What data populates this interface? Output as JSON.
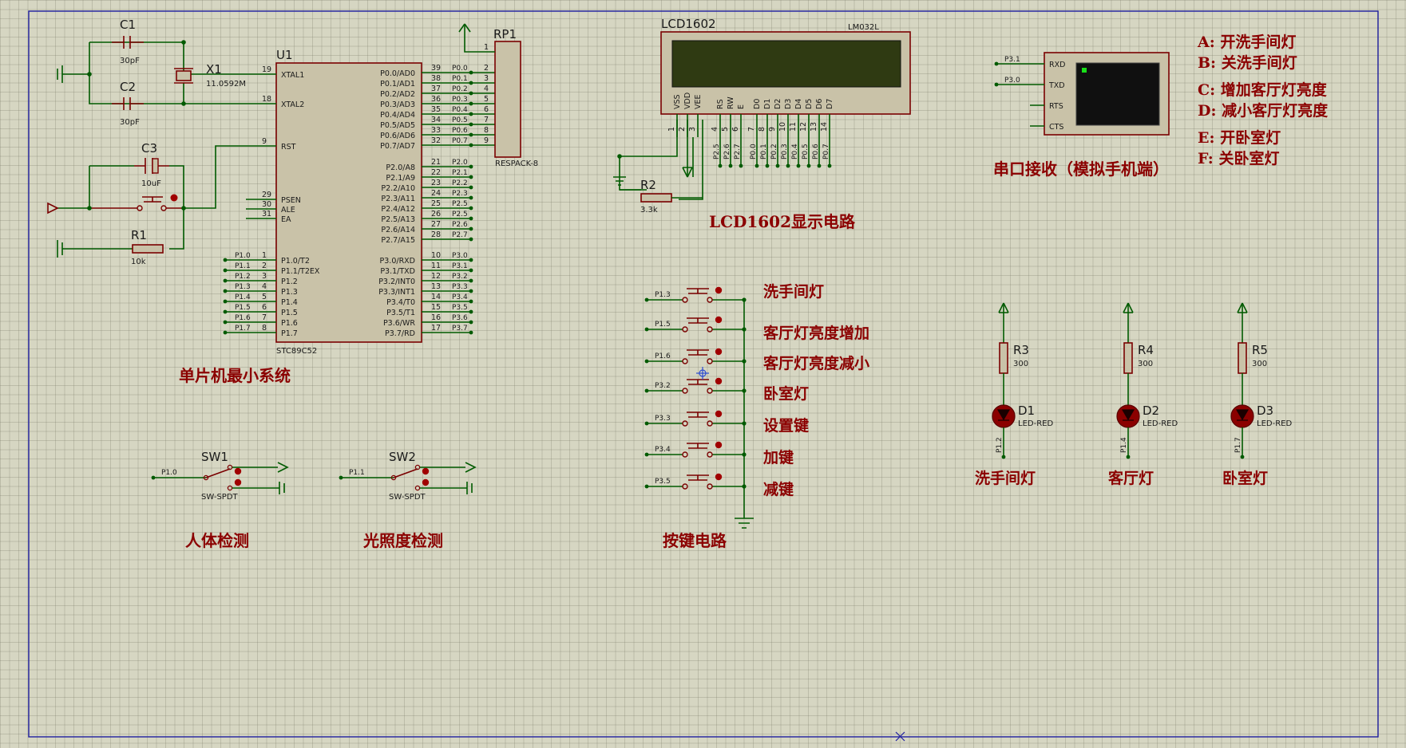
{
  "mcu": {
    "ref": "U1",
    "part": "STC89C52",
    "left_pins": [
      {
        "num": "19",
        "name": "XTAL1"
      },
      {
        "num": "18",
        "name": "XTAL2"
      },
      {
        "num": "9",
        "name": "RST"
      },
      {
        "num": "29",
        "name": "PSEN"
      },
      {
        "num": "30",
        "name": "ALE"
      },
      {
        "num": "31",
        "name": "EA"
      },
      {
        "num": "1",
        "name": "P1.0/T2"
      },
      {
        "num": "2",
        "name": "P1.1/T2EX"
      },
      {
        "num": "3",
        "name": "P1.2"
      },
      {
        "num": "4",
        "name": "P1.3"
      },
      {
        "num": "5",
        "name": "P1.4"
      },
      {
        "num": "6",
        "name": "P1.5"
      },
      {
        "num": "7",
        "name": "P1.6"
      },
      {
        "num": "8",
        "name": "P1.7"
      }
    ],
    "p0": [
      {
        "num": "39",
        "name": "P0.0/AD0"
      },
      {
        "num": "38",
        "name": "P0.1/AD1"
      },
      {
        "num": "37",
        "name": "P0.2/AD2"
      },
      {
        "num": "36",
        "name": "P0.3/AD3"
      },
      {
        "num": "35",
        "name": "P0.4/AD4"
      },
      {
        "num": "34",
        "name": "P0.5/AD5"
      },
      {
        "num": "33",
        "name": "P0.6/AD6"
      },
      {
        "num": "32",
        "name": "P0.7/AD7"
      }
    ],
    "p2": [
      {
        "num": "21",
        "name": "P2.0/A8"
      },
      {
        "num": "22",
        "name": "P2.1/A9"
      },
      {
        "num": "23",
        "name": "P2.2/A10"
      },
      {
        "num": "24",
        "name": "P2.3/A11"
      },
      {
        "num": "25",
        "name": "P2.4/A12"
      },
      {
        "num": "26",
        "name": "P2.5/A13"
      },
      {
        "num": "27",
        "name": "P2.6/A14"
      },
      {
        "num": "28",
        "name": "P2.7/A15"
      }
    ],
    "p3": [
      {
        "num": "10",
        "name": "P3.0/RXD"
      },
      {
        "num": "11",
        "name": "P3.1/TXD"
      },
      {
        "num": "12",
        "name": "P3.2/INT0"
      },
      {
        "num": "13",
        "name": "P3.3/INT1"
      },
      {
        "num": "14",
        "name": "P3.4/T0"
      },
      {
        "num": "15",
        "name": "P3.5/T1"
      },
      {
        "num": "16",
        "name": "P3.6/WR"
      },
      {
        "num": "17",
        "name": "P3.7/RD"
      }
    ]
  },
  "p0_nets": [
    "P0.0",
    "P0.1",
    "P0.2",
    "P0.3",
    "P0.4",
    "P0.5",
    "P0.6",
    "P0.7"
  ],
  "p2_nets": [
    "P2.0",
    "P2.1",
    "P2.2",
    "P2.3",
    "P2.5",
    "P2.5",
    "P2.6",
    "P2.7"
  ],
  "p3_nets": [
    "P3.0",
    "P3.1",
    "P3.2",
    "P3.3",
    "P3.4",
    "P3.5",
    "P3.6",
    "P3.7"
  ],
  "p1_nets": [
    "P1.0",
    "P1.1",
    "P1.2",
    "P1.3",
    "P1.4",
    "P1.5",
    "P1.6",
    "P1.7"
  ],
  "rp1": {
    "ref": "RP1",
    "part": "RESPACK-8",
    "pins": [
      "1",
      "2",
      "3",
      "4",
      "5",
      "6",
      "7",
      "8",
      "9"
    ]
  },
  "c1": {
    "ref": "C1",
    "value": "30pF"
  },
  "c2": {
    "ref": "C2",
    "value": "30pF"
  },
  "x1": {
    "ref": "X1",
    "value": "11.0592M"
  },
  "c3": {
    "ref": "C3",
    "value": "10uF"
  },
  "r1": {
    "ref": "R1",
    "value": "10k"
  },
  "lcd": {
    "ref": "LCD1602",
    "part": "LM032L",
    "pins": [
      {
        "name": "VSS",
        "num": "1"
      },
      {
        "name": "VDD",
        "num": "2"
      },
      {
        "name": "VEE",
        "num": "3"
      },
      {
        "name": "RS",
        "num": "4"
      },
      {
        "name": "RW",
        "num": "5"
      },
      {
        "name": "E",
        "num": "6"
      },
      {
        "name": "D0",
        "num": "7"
      },
      {
        "name": "D1",
        "num": "8"
      },
      {
        "name": "D2",
        "num": "9"
      },
      {
        "name": "D3",
        "num": "10"
      },
      {
        "name": "D4",
        "num": "11"
      },
      {
        "name": "D5",
        "num": "12"
      },
      {
        "name": "D6",
        "num": "13"
      },
      {
        "name": "D7",
        "num": "14"
      }
    ],
    "nets": [
      "P2.5",
      "P2.6",
      "P2.7",
      "P0.0",
      "P0.1",
      "P0.2",
      "P0.3",
      "P0.4",
      "P0.5",
      "P0.6",
      "P0.7"
    ]
  },
  "r2": {
    "ref": "R2",
    "value": "3.3k"
  },
  "terminal": {
    "pins": [
      "RXD",
      "TXD",
      "RTS",
      "CTS"
    ],
    "nets": [
      "P3.1",
      "P3.0"
    ]
  },
  "commands": [
    {
      "key": "A:",
      "text": "开洗手间灯"
    },
    {
      "key": "B:",
      "text": "关洗手间灯"
    },
    {
      "key": "C:",
      "text": "增加客厅灯亮度"
    },
    {
      "key": "D:",
      "text": "减小客厅灯亮度"
    },
    {
      "key": "E:",
      "text": "开卧室灯"
    },
    {
      "key": "F:",
      "text": "关卧室灯"
    }
  ],
  "buttons": [
    {
      "net": "P1.3",
      "label": "洗手间灯"
    },
    {
      "net": "P1.5",
      "label": "客厅灯亮度增加"
    },
    {
      "net": "P1.6",
      "label": "客厅灯亮度减小"
    },
    {
      "net": "P3.2",
      "label": "卧室灯"
    },
    {
      "net": "P3.3",
      "label": "设置键"
    },
    {
      "net": "P3.4",
      "label": "加键"
    },
    {
      "net": "P3.5",
      "label": "减键"
    }
  ],
  "leds": [
    {
      "rref": "R3",
      "rval": "300",
      "dref": "D1",
      "dpart": "LED-RED",
      "net": "P1.2",
      "label": "洗手间灯"
    },
    {
      "rref": "R4",
      "rval": "300",
      "dref": "D2",
      "dpart": "LED-RED",
      "net": "P1.4",
      "label": "客厅灯"
    },
    {
      "rref": "R5",
      "rval": "300",
      "dref": "D3",
      "dpart": "LED-RED",
      "net": "P1.7",
      "label": "卧室灯"
    }
  ],
  "sw1": {
    "ref": "SW1",
    "part": "SW-SPDT",
    "net": "P1.0"
  },
  "sw2": {
    "ref": "SW2",
    "part": "SW-SPDT",
    "net": "P1.1"
  },
  "captions": {
    "mcu": "单片机最小系统",
    "lcd": "LCD1602显示电路",
    "serial": "串口接收（模拟手机端）",
    "keys": "按键电路",
    "human": "人体检测",
    "light": "光照度检测"
  },
  "colors": {
    "wire": "#005a00",
    "part": "#7a0000",
    "caption": "#8b0000",
    "sheet_border": "#1f1fa0",
    "lcd_screen": "#2f3a12",
    "terminal_screen": "#101010"
  }
}
